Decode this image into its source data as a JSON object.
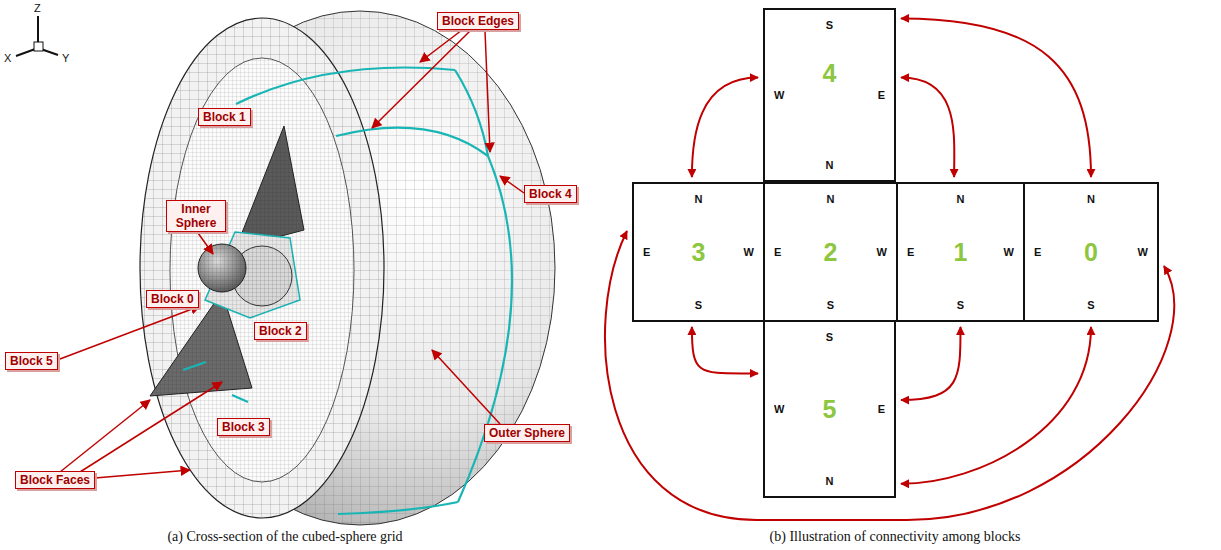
{
  "diagram": {
    "nodes": [
      {
        "text": [
          "Block Edges"
        ]
      },
      {
        "text": [
          "Block 1"
        ]
      },
      {
        "text": [
          "Block 4"
        ]
      },
      {
        "text": [
          "Inner Sphere"
        ]
      },
      {
        "text": [
          "Block 0"
        ]
      },
      {
        "text": [
          "Block 2"
        ]
      },
      {
        "text": [
          "Block 5"
        ]
      },
      {
        "text": [
          "Block 3"
        ]
      },
      {
        "text": [
          "Block Faces"
        ]
      },
      {
        "text": [
          "Outer Sphere"
        ]
      },
      {
        "text": [
          "4",
          "S",
          "W",
          "E",
          "N"
        ]
      },
      {
        "text": [
          "3",
          "N",
          "E",
          "W",
          "S"
        ]
      },
      {
        "text": [
          "2",
          "N",
          "E",
          "W",
          "S"
        ]
      },
      {
        "text": [
          "1",
          "N",
          "E",
          "W",
          "S"
        ]
      },
      {
        "text": [
          "0",
          "N",
          "E",
          "W",
          "S"
        ]
      },
      {
        "text": [
          "5",
          "S",
          "W",
          "E",
          "N"
        ]
      }
    ],
    "edges": [
      {
        "from": 10,
        "to": 11,
        "arrow": "both"
      },
      {
        "from": 10,
        "to": 13,
        "arrow": "both"
      },
      {
        "from": 10,
        "to": 14,
        "arrow": "both"
      },
      {
        "from": 11,
        "to": 15,
        "arrow": "both"
      },
      {
        "from": 13,
        "to": 15,
        "arrow": "both"
      },
      {
        "from": 15,
        "to": 14,
        "arrow": "both"
      },
      {
        "from": 11,
        "to": 14,
        "arrow": "both"
      }
    ],
    "labels": [
      "Z",
      "X",
      "Y",
      "(a) Cross-section of the cubed-sphere grid",
      "(b) Illustration of connectivity among blocks"
    ]
  }
}
